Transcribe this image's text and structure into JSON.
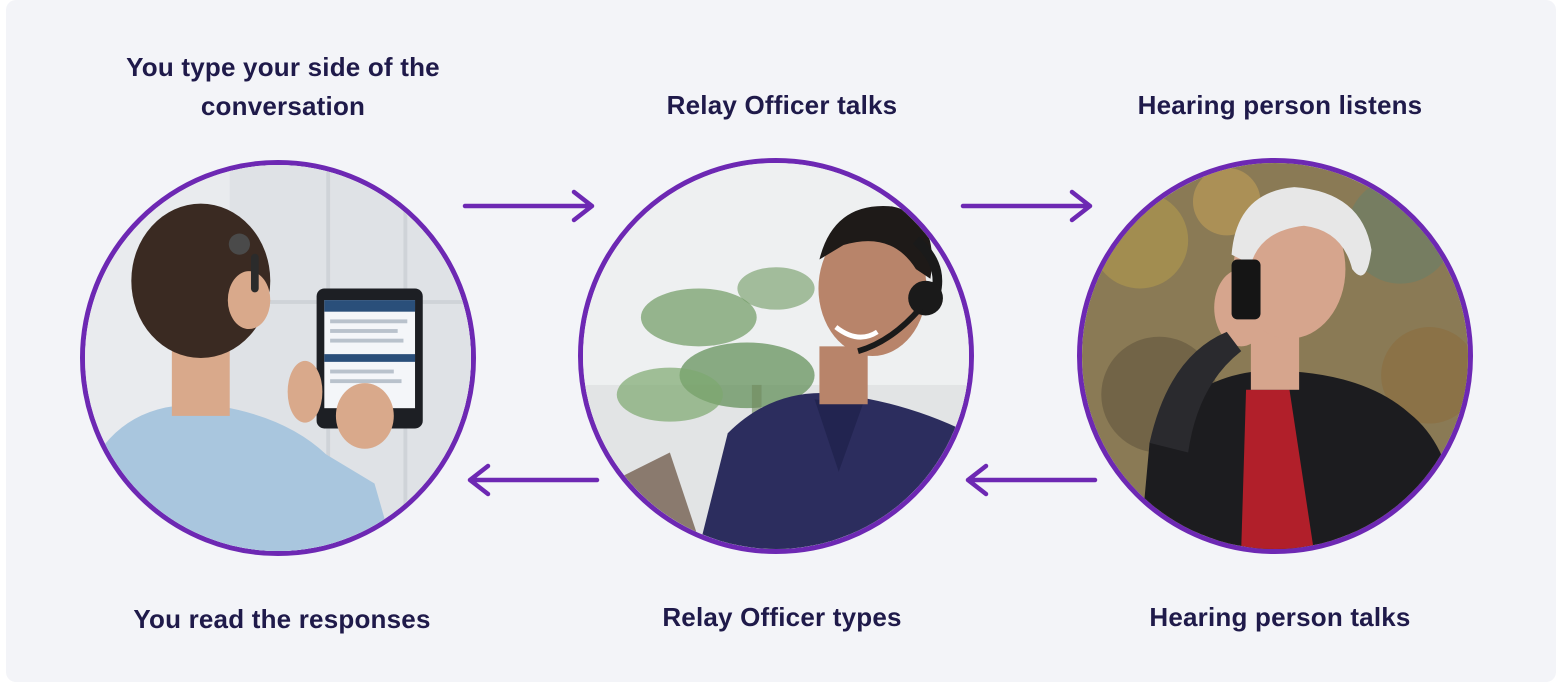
{
  "steps": {
    "step1_top": "You type your side of the conversation",
    "step2_top": "Relay Officer talks",
    "step3_top": "Hearing person listens",
    "step1_bottom": "You read the responses",
    "step2_bottom": "Relay Officer types",
    "step3_bottom": "Hearing person talks"
  },
  "photos": [
    {
      "name": "deaf-user-tablet-photo"
    },
    {
      "name": "relay-officer-headset-photo"
    },
    {
      "name": "hearing-person-phone-photo"
    }
  ],
  "colors": {
    "accent": "#6d28b3",
    "text": "#1f1a4a",
    "background": "#f3f4f8"
  }
}
